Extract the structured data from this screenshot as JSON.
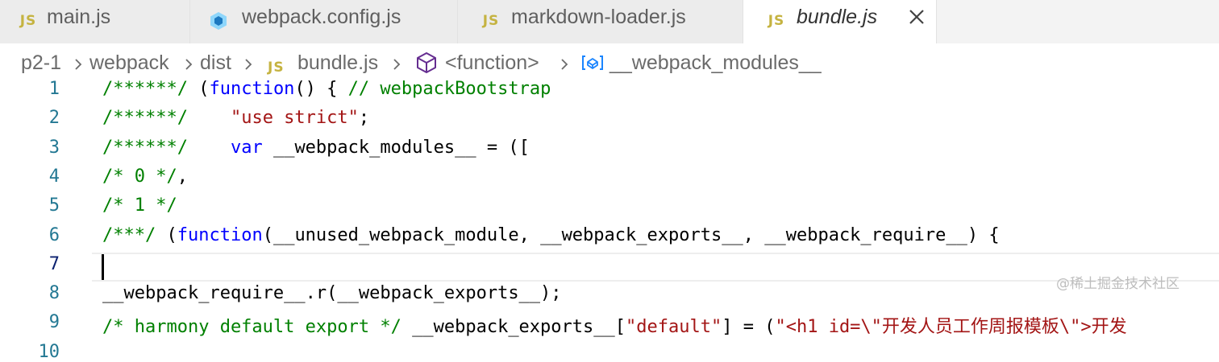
{
  "tabs": [
    {
      "label": "main.js",
      "icon": "js-icon",
      "badge": "JS"
    },
    {
      "label": "webpack.config.js",
      "icon": "webpack-icon"
    },
    {
      "label": "markdown-loader.js",
      "icon": "js-icon",
      "badge": "JS"
    },
    {
      "label": "bundle.js",
      "icon": "js-icon",
      "badge": "JS",
      "active": true
    }
  ],
  "breadcrumb": {
    "items": [
      "p2-1",
      "webpack",
      "dist",
      "bundle.js",
      "<function>",
      "__webpack_modules__"
    ],
    "js_badge": "JS"
  },
  "editor": {
    "line_numbers": [
      "1",
      "2",
      "3",
      "4",
      "5",
      "6",
      "7",
      "8",
      "9",
      "10"
    ],
    "current_line": 7,
    "lines": [
      [
        {
          "t": "/******/ ",
          "c": "cm"
        },
        {
          "t": "(",
          "c": "tx"
        },
        {
          "t": "function",
          "c": "kw"
        },
        {
          "t": "() { ",
          "c": "tx"
        },
        {
          "t": "// webpackBootstrap",
          "c": "cm"
        }
      ],
      [
        {
          "t": "/******/    ",
          "c": "cm"
        },
        {
          "t": "\"use strict\"",
          "c": "st"
        },
        {
          "t": ";",
          "c": "tx"
        }
      ],
      [
        {
          "t": "/******/    ",
          "c": "cm"
        },
        {
          "t": "var",
          "c": "kw"
        },
        {
          "t": " __webpack_modules__ = ([",
          "c": "tx"
        }
      ],
      [
        {
          "t": "/* 0 */",
          "c": "cm"
        },
        {
          "t": ",",
          "c": "tx"
        }
      ],
      [
        {
          "t": "/* 1 */",
          "c": "cm"
        }
      ],
      [
        {
          "t": "/***/ ",
          "c": "cm"
        },
        {
          "t": "(",
          "c": "tx"
        },
        {
          "t": "function",
          "c": "kw"
        },
        {
          "t": "(__unused_webpack_module, __webpack_exports__, __webpack_require__) {",
          "c": "tx"
        }
      ],
      [],
      [
        {
          "t": "__webpack_require__.r(__webpack_exports__);",
          "c": "tx"
        }
      ],
      [
        {
          "t": "/* harmony default export */ ",
          "c": "cm"
        },
        {
          "t": "__webpack_exports__[",
          "c": "tx"
        },
        {
          "t": "\"default\"",
          "c": "st"
        },
        {
          "t": "] = (",
          "c": "tx"
        },
        {
          "t": "\"<h1 id=\\\"开发人员工作周报模板\\\">开发",
          "c": "st"
        }
      ],
      []
    ]
  },
  "watermark": "@稀土掘金技术社区",
  "colors": {
    "comment": "#008000",
    "keyword": "#0000ff",
    "string": "#a31515",
    "line_number": "#237893",
    "js_badge": "#c5b341"
  }
}
